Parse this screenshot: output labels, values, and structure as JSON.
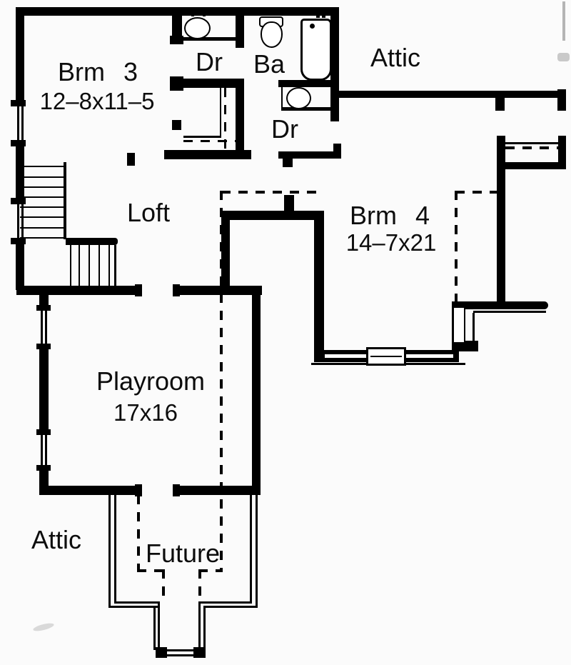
{
  "plan": {
    "background": "#fbfbfb",
    "wall_color": "#000000",
    "rooms": [
      {
        "label": "Brm 3",
        "dims": "12–8x11–5"
      },
      {
        "label": "Dr"
      },
      {
        "label": "Ba"
      },
      {
        "label": "Attic"
      },
      {
        "label": "Dr"
      },
      {
        "label": "Loft"
      },
      {
        "label": "Brm 4",
        "dims": "14–7x21"
      },
      {
        "label": "Playroom",
        "dims": "17x16"
      },
      {
        "label": "Attic"
      },
      {
        "label": "Future"
      }
    ],
    "fixtures": [
      {
        "name": "vanity-sink-top"
      },
      {
        "name": "toilet"
      },
      {
        "name": "bathtub"
      },
      {
        "name": "vanity-sink-lower"
      },
      {
        "name": "staircase"
      }
    ]
  }
}
